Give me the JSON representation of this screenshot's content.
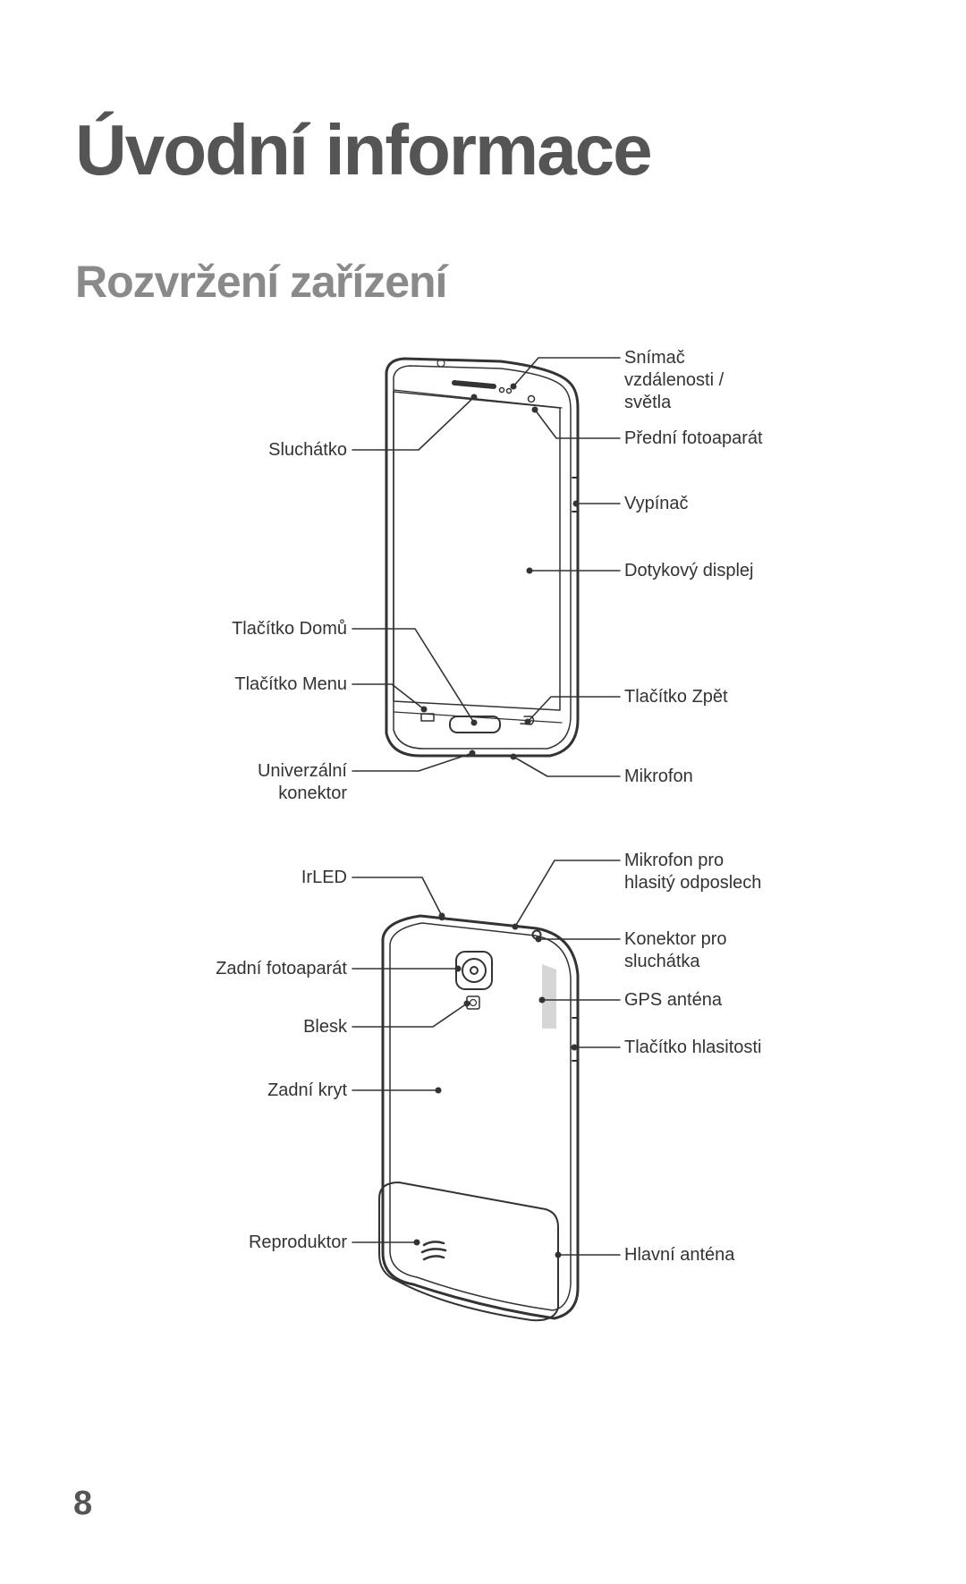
{
  "page": {
    "title": "Úvodní informace",
    "subtitle": "Rozvržení zařízení",
    "page_number": "8"
  },
  "front": {
    "proximity_sensor": "Snímač\nvzdálenosti /\nsvětla",
    "front_camera": "Přední fotoaparát",
    "earpiece": "Sluchátko",
    "power_button": "Vypínač",
    "touchscreen": "Dotykový displej",
    "home_button": "Tlačítko Domů",
    "menu_button": "Tlačítko Menu",
    "back_button": "Tlačítko Zpět",
    "multipurpose_jack": "Univerzální\nkonektor",
    "microphone": "Mikrofon"
  },
  "back": {
    "irled": "IrLED",
    "speakerphone_mic": "Mikrofon pro\nhlasitý odposlech",
    "headset_jack": "Konektor pro\nsluchátka",
    "rear_camera": "Zadní fotoaparát",
    "gps_antenna": "GPS anténa",
    "flash": "Blesk",
    "volume_button": "Tlačítko hlasitosti",
    "back_cover": "Zadní kryt",
    "speaker": "Reproduktor",
    "main_antenna": "Hlavní anténa"
  }
}
